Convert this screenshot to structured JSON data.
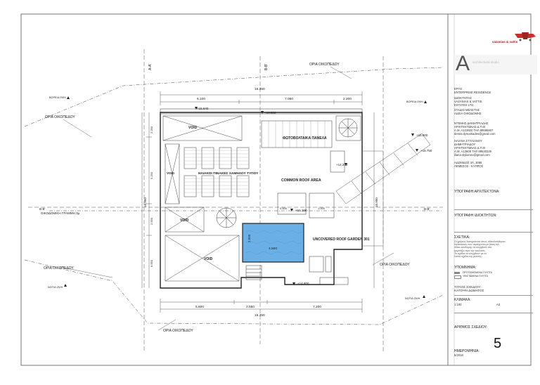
{
  "plan": {
    "section_a": "A-A'",
    "section_b": "B-B'",
    "boundary": "ΟΡΙΑ ΟΙΚΟΠΕΔΟΥ",
    "build_line": "ΟΙΚΟΔΟΜΙΚΗ ΓΡΑΜΜΗ 3μ",
    "north": "ΒΟΡΕΙΑ ΟΨΗ",
    "south": "ΝΟΤΙΑ ΟΨΗ",
    "roof_area": "COMMON ROOF AREA",
    "roof_garden": "UNCOVERED ROOF GARDEN 301",
    "solar": "ΗΛΙΑΚΟΙ ΠΙΝΑΚΕΣ ΧΑΜΗΛΟΥ ΤΥΠΟΥ",
    "pv": "ΦΩΤΟΒΟΛΤΑΙΚΑ ΠΑΝΕΛΑ",
    "void": "VOID",
    "levels": [
      "+15.800",
      "+15.640",
      "+14.200",
      "+16.000",
      "+16.750",
      "+16.100",
      "+14.800"
    ],
    "dims_top": [
      "6.100",
      "7.050",
      "2.200"
    ],
    "dims_bottom": [
      "5.600",
      "2.550",
      "7.200"
    ],
    "total": "15.350",
    "dims_left": [
      "2.250",
      "5.250",
      "2.550",
      "6.550"
    ],
    "dims_right": "16.950",
    "pool_w": "4.500",
    "pool_h": "2.550",
    "small": [
      "0.500",
      "1.000"
    ]
  },
  "title_block": {
    "logo": "vazanias & vattis",
    "arch_logo": "architectural studio",
    "project": [
      "ΕΡΓΟ",
      "ENTERPRISE RESIDENCE"
    ],
    "owner": [
      "ΙΔΙΟΚΤΗΤΗΣ",
      "VAZANIAS & VATTIS",
      "ESTATES LTD"
    ],
    "stage": [
      "ΣΤΑΔΙΟ ΜΕΛΕΤΗΣ",
      "ΑΔΕΙΑ ΟΙΚΟΔΟΜΗΣ"
    ],
    "architect1": [
      "ΝΤΕΜΗΣ ΔΗΜΗΤΡΙΑΔΗΣ",
      "ΑΡΧΙΤΕΚΤΩΝΑΣ Δ.Π.Θ",
      "Α.Μ. Α123920 ΤΗΛ 99585807",
      "demis.dymatriades@gmail.com"
    ],
    "architect2": [
      "ΗΛΙΑΝΑ ΣΤΥΛΙΑΝΟΥ",
      "ΔΗΜΗΤΡΙΑΔΟΥ",
      "ΑΡΧΙΤΕΚΤΩΝΑΣ Δ.Π.Θ",
      "Α.Μ. Α13608 ΤΗΛ 99530229",
      "iliana.stylianou@gmail.com"
    ],
    "address": [
      "ΑΔΩΝΙΔΟΣ 3Α, 3065",
      "ΛΕΜΕΣΟΣ - ΚΥΠΡΟΣ"
    ],
    "sign_architect": "ΥΠΟΓΡΑΦΗ ΑΡΧΙΤΕΚΤΟΝΑ:",
    "sign_owner": "ΥΠΟΓΡΑΦΗ ΙΔΙΟΚΤΗΤΩΝ:",
    "notes_title": "ΣΧΕΤΙΚΑ:",
    "notes": [
      "Οι χρήσεις διατηρούνται όπως αδειοδοτήθηκαν.",
      "Κατασκευές που περιέχονται με βάση την",
      "άδεια οικοδομής να ελεγχθούν στο",
      "εργοτάξιο πριν την εκτέλεση.",
      "Τα σχέδια να ελεγχθούν με τα",
      "λοιπά σχέδια της μελέτης."
    ],
    "legend_title": "ΥΠΟΜΝΗΜΑ:",
    "legend": [
      "ΠΡΟΤΕΙΝΟΜΕΝΑ ΓΛΥΠΤΑ",
      "ΥΦΙΣΤΑΜΕΝΑ ΓΛΥΠΤΑ"
    ],
    "drawing_title": [
      "ΤΙΤΛΟΣ ΣΧΕΔΙΟΥ:",
      "ΚΑΤΟΨΗ ΔΩΜΑΤΟΣ"
    ],
    "scale_label": "ΚΛΙΜΑΚΑ:",
    "scale": "1:100",
    "paper": "A3",
    "drawing_no_label": "ΑΡΙΘΜΟΣ ΣΧΕΔΙΟΥ:",
    "drawing_no": "5",
    "date_label": "ΗΜΕΡΟΜΗΝΙΑ:",
    "date": "5/2018"
  }
}
